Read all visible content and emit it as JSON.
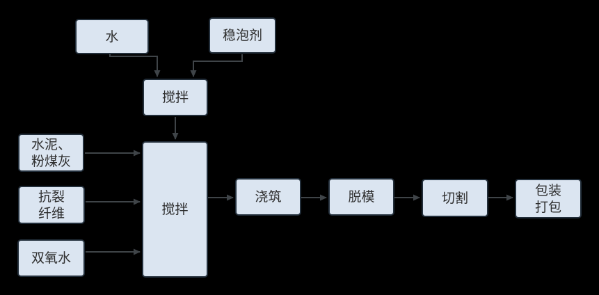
{
  "diagram": {
    "type": "flowchart",
    "colors": {
      "background": "#000000",
      "box_fill": "#dbe5f1",
      "box_border": "#222e3a",
      "arrow": "#3f4448",
      "text": "#2e2e2e"
    },
    "nodes": {
      "water": {
        "lines": [
          "水"
        ]
      },
      "foam_stabilizer": {
        "lines": [
          "稳泡剂"
        ]
      },
      "mixing_1": {
        "lines": [
          "搅拌"
        ]
      },
      "mixing_2": {
        "lines": [
          "搅拌"
        ]
      },
      "cement_fly_ash": {
        "lines": [
          "水泥、",
          "粉煤灰"
        ]
      },
      "anti_crack_fiber": {
        "lines": [
          "抗裂",
          "纤维"
        ]
      },
      "hydrogen_peroxide": {
        "lines": [
          "双氧水"
        ]
      },
      "casting": {
        "lines": [
          "浇筑"
        ]
      },
      "demolding": {
        "lines": [
          "脱模"
        ]
      },
      "cutting": {
        "lines": [
          "切割"
        ]
      },
      "packing": {
        "lines": [
          "包装",
          "打包"
        ]
      }
    },
    "edges": [
      {
        "from": "water",
        "to": "mixing_1"
      },
      {
        "from": "foam_stabilizer",
        "to": "mixing_1"
      },
      {
        "from": "mixing_1",
        "to": "mixing_2"
      },
      {
        "from": "cement_fly_ash",
        "to": "mixing_2"
      },
      {
        "from": "anti_crack_fiber",
        "to": "mixing_2"
      },
      {
        "from": "hydrogen_peroxide",
        "to": "mixing_2"
      },
      {
        "from": "mixing_2",
        "to": "casting"
      },
      {
        "from": "casting",
        "to": "demolding"
      },
      {
        "from": "demolding",
        "to": "cutting"
      },
      {
        "from": "cutting",
        "to": "packing"
      }
    ]
  }
}
